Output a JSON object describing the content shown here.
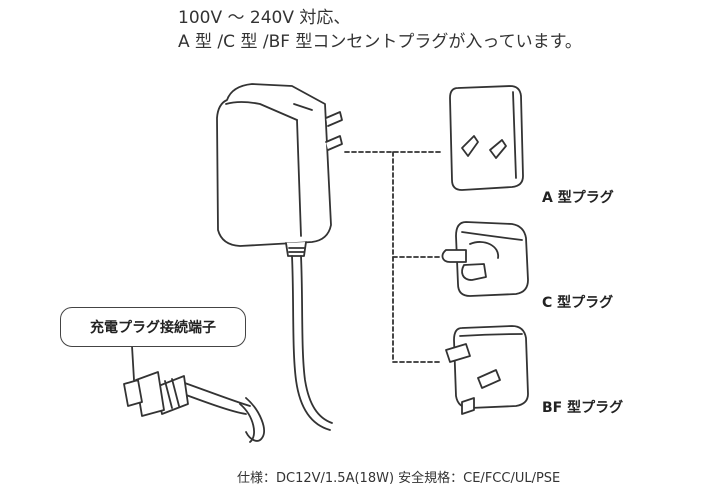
{
  "intro": {
    "line1": "100V ～ 240V 対応、",
    "line2": "A 型 /C 型 /BF 型コンセントプラグが入っています。"
  },
  "plugs": [
    {
      "label": "A 型プラグ"
    },
    {
      "label": "C 型プラグ"
    },
    {
      "label": "BF 型プラグ"
    }
  ],
  "callout": {
    "label": "充電プラグ接続端子"
  },
  "spec": "仕様：DC12V/1.5A(18W) 安全規格：CE/FCC/UL/PSE",
  "colors": {
    "line": "#333333",
    "text": "#333333"
  }
}
